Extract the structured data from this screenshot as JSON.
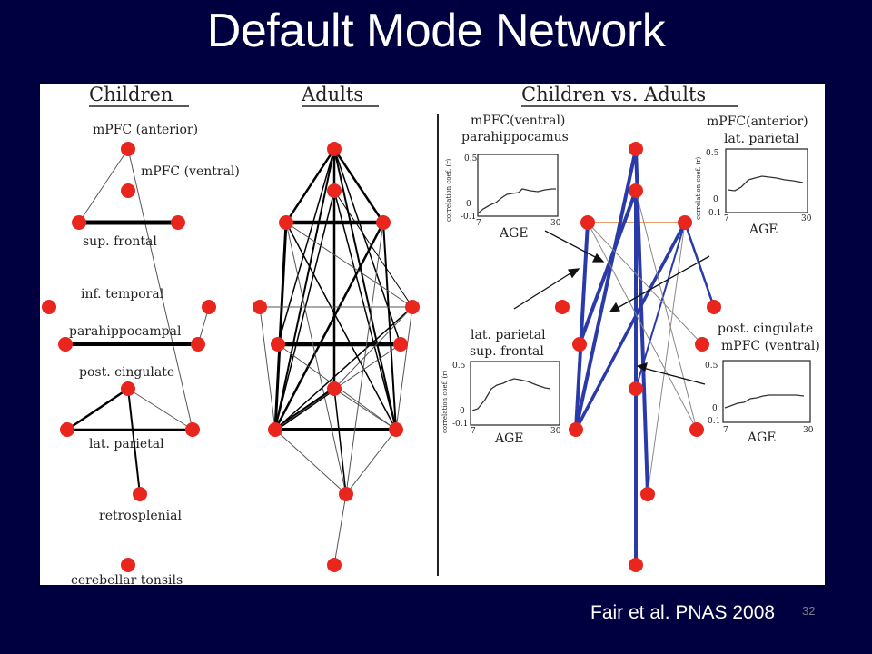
{
  "title": "Default Mode Network",
  "citation": "Fair et al. PNAS 2008",
  "slide_number": "32",
  "children": {
    "heading": "Children",
    "labels": {
      "mpfc_anterior": "mPFC (anterior)",
      "mpfc_ventral": "mPFC (ventral)",
      "sup_frontal": "sup. frontal",
      "inf_temporal": "inf. temporal",
      "parahippocampal": "parahippocampal",
      "post_cingulate": "post. cingulate",
      "lat_parietal": "lat. parietal",
      "retrosplenial": "retrosplenial",
      "cerebellar_tonsils": "cerebellar tonsils"
    }
  },
  "adults": {
    "heading": "Adults"
  },
  "comparison": {
    "heading": "Children vs. Adults",
    "insets": [
      {
        "line1": "mPFC(ventral)",
        "line2": "parahippocamus",
        "ylabel": "correlation coef. (r)",
        "y_ticks": [
          "0.5",
          "0",
          "-0.1"
        ],
        "x_ticks": [
          "7",
          "30"
        ],
        "xlabel": "AGE"
      },
      {
        "line1": "mPFC(anterior)",
        "line2": "lat. parietal",
        "ylabel": "correlation coef. (r)",
        "y_ticks": [
          "0.5",
          "0",
          "-0.1"
        ],
        "x_ticks": [
          "7",
          "30"
        ],
        "xlabel": "AGE"
      },
      {
        "line1": "lat. parietal",
        "line2": "sup. frontal",
        "ylabel": "correlation coef. (r)",
        "y_ticks": [
          "0.5",
          "0",
          "-0.1"
        ],
        "x_ticks": [
          "7",
          "30"
        ],
        "xlabel": "AGE"
      },
      {
        "line1": "post. cingulate",
        "line2": "mPFC (ventral)",
        "ylabel": "correlation coef. (r)",
        "y_ticks": [
          "0.5",
          "0",
          "-0.1"
        ],
        "x_ticks": [
          "7",
          "30"
        ],
        "xlabel": "AGE"
      }
    ]
  },
  "colors": {
    "background": "#000040",
    "node": "#e8261e",
    "edge": "#000000",
    "increase_edge": "#2a3aa8",
    "decrease_edge": "#e07a3a"
  }
}
